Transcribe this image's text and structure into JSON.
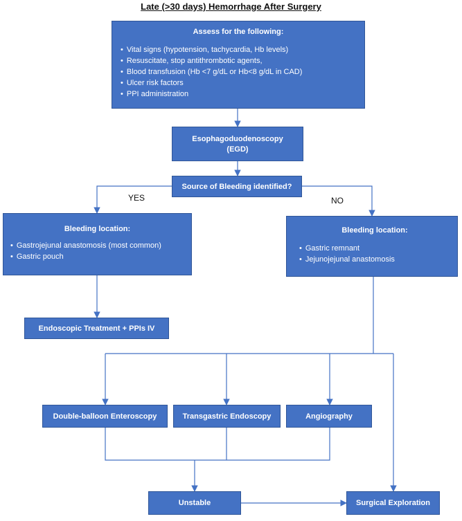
{
  "title": "Late (>30 days) Hemorrhage After Surgery",
  "assess": {
    "heading": "Assess for the following:",
    "items": [
      "Vital signs (hypotension, tachycardia, Hb levels)",
      "Resuscitate, stop antithrombotic agents,",
      "Blood transfusion (Hb <7 g/dL or Hb<8 g/dL in CAD)",
      "Ulcer risk factors",
      "PPI administration"
    ]
  },
  "egd": {
    "line1": "Esophagoduodenoscopy",
    "line2": "(EGD)"
  },
  "decision": {
    "label": "Source of Bleeding identified?"
  },
  "yes_label": "YES",
  "no_label": "NO",
  "left_location": {
    "heading": "Bleeding location:",
    "items": [
      "Gastrojejunal anastomosis (most common)",
      "Gastric pouch"
    ]
  },
  "right_location": {
    "heading": "Bleeding location:",
    "items": [
      "Gastric remnant",
      "Jejunojejunal anastomosis"
    ]
  },
  "endoscopic": {
    "label": "Endoscopic Treatment + PPIs IV"
  },
  "double_balloon": {
    "label": "Double-balloon Enteroscopy"
  },
  "transgastric": {
    "label": "Transgastric Endoscopy"
  },
  "angiography": {
    "label": "Angiography"
  },
  "unstable": {
    "label": "Unstable"
  },
  "surgical": {
    "label": "Surgical Exploration"
  },
  "colors": {
    "box_fill": "#4472c4",
    "box_border": "#2f5597",
    "arrow": "#4472c4"
  }
}
